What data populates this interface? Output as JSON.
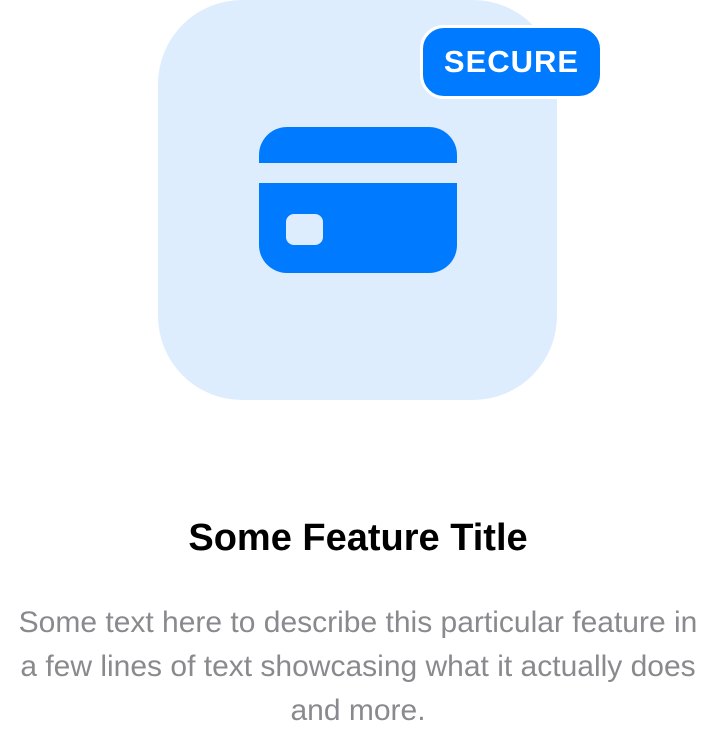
{
  "badge": {
    "label": "SECURE"
  },
  "feature": {
    "title": "Some Feature Title",
    "description": "Some text here to describe this particular feature in a few lines of text showcasing what it actually does and more."
  },
  "colors": {
    "accent": "#007aff",
    "icon_background": "#deedfe",
    "description_text": "#8a8a8e"
  },
  "icon": "credit-card-icon"
}
